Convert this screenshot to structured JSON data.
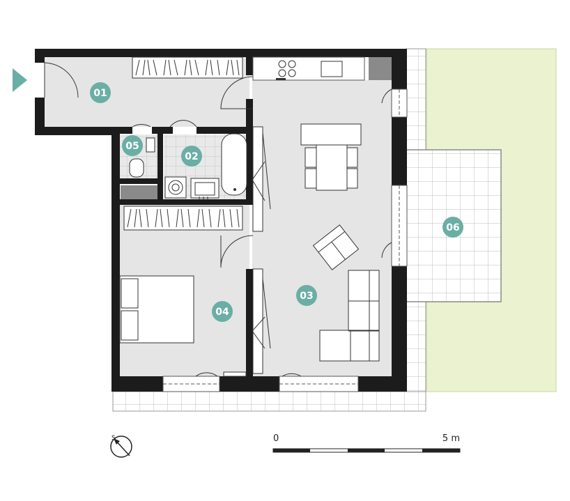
{
  "colors": {
    "wall": "#1c1c1c",
    "floor": "#e5e5e5",
    "bath_floor": "#e9e9e9",
    "garden": "#eaf2cf",
    "badge": "#6aaea5",
    "grid_line": "#bdbdbd",
    "entry_arrow": "#6aaea5",
    "storage": "#8a8a8a"
  },
  "rooms": [
    {
      "id": "01",
      "label": "01"
    },
    {
      "id": "02",
      "label": "02"
    },
    {
      "id": "03",
      "label": "03"
    },
    {
      "id": "04",
      "label": "04"
    },
    {
      "id": "05",
      "label": "05"
    },
    {
      "id": "06",
      "label": "06"
    }
  ],
  "scale_bar": {
    "start_label": "0",
    "end_label": "5 m"
  },
  "entrance": {
    "icon": "entrance-arrow-icon"
  },
  "compass": {
    "icon": "north-compass-icon",
    "north_label": "S"
  }
}
